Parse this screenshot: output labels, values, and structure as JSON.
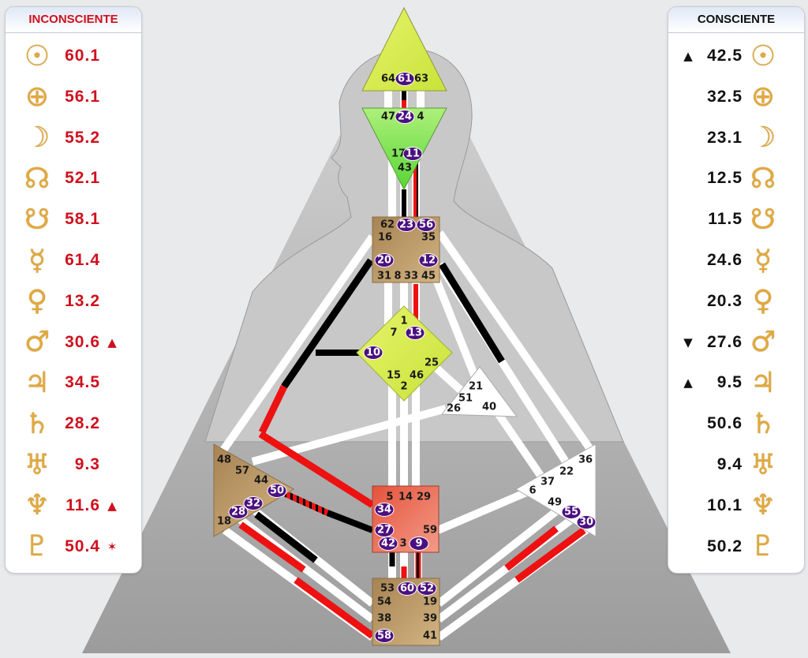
{
  "unconscious": {
    "title": "INCONSCIENTE",
    "color": "#d0101e",
    "rows": [
      {
        "planet": "sun",
        "icon": "☉",
        "value": "60.1",
        "marker": ""
      },
      {
        "planet": "earth",
        "icon": "⊕",
        "value": "56.1",
        "marker": ""
      },
      {
        "planet": "moon",
        "icon": "☽",
        "value": "55.2",
        "marker": ""
      },
      {
        "planet": "north-node",
        "icon": "☊",
        "value": "52.1",
        "marker": ""
      },
      {
        "planet": "south-node",
        "icon": "☋",
        "value": "58.1",
        "marker": ""
      },
      {
        "planet": "mercury",
        "icon": "☿",
        "value": "61.4",
        "marker": ""
      },
      {
        "planet": "venus",
        "icon": "♀",
        "value": "13.2",
        "marker": ""
      },
      {
        "planet": "mars",
        "icon": "♂",
        "value": "30.6",
        "marker": "▲"
      },
      {
        "planet": "jupiter",
        "icon": "♃",
        "value": "34.5",
        "marker": ""
      },
      {
        "planet": "saturn",
        "icon": "♄",
        "value": "28.2",
        "marker": ""
      },
      {
        "planet": "uranus",
        "icon": "♅",
        "value": "9.3",
        "marker": ""
      },
      {
        "planet": "neptune",
        "icon": "♆",
        "value": "11.6",
        "marker": "▲"
      },
      {
        "planet": "pluto",
        "icon": "♇",
        "value": "50.4",
        "marker": "✶"
      }
    ]
  },
  "conscious": {
    "title": "CONSCIENTE",
    "color": "#111111",
    "rows": [
      {
        "planet": "sun",
        "icon": "☉",
        "value": "42.5",
        "marker": "▲"
      },
      {
        "planet": "earth",
        "icon": "⊕",
        "value": "32.5",
        "marker": ""
      },
      {
        "planet": "moon",
        "icon": "☽",
        "value": "23.1",
        "marker": ""
      },
      {
        "planet": "north-node",
        "icon": "☊",
        "value": "12.5",
        "marker": ""
      },
      {
        "planet": "south-node",
        "icon": "☋",
        "value": "11.5",
        "marker": ""
      },
      {
        "planet": "mercury",
        "icon": "☿",
        "value": "24.6",
        "marker": ""
      },
      {
        "planet": "venus",
        "icon": "♀",
        "value": "20.3",
        "marker": ""
      },
      {
        "planet": "mars",
        "icon": "♂",
        "value": "27.6",
        "marker": "▼"
      },
      {
        "planet": "jupiter",
        "icon": "♃",
        "value": "9.5",
        "marker": "▲"
      },
      {
        "planet": "saturn",
        "icon": "♄",
        "value": "50.6",
        "marker": ""
      },
      {
        "planet": "uranus",
        "icon": "♅",
        "value": "9.4",
        "marker": ""
      },
      {
        "planet": "neptune",
        "icon": "♆",
        "value": "10.1",
        "marker": ""
      },
      {
        "planet": "pluto",
        "icon": "♇",
        "value": "50.2",
        "marker": ""
      }
    ]
  },
  "colors": {
    "active_gate": "#4b1080",
    "unconscious_line": "#ee1111",
    "conscious_line": "#000000",
    "gold": "#e2a93c"
  },
  "centers": {
    "head": {
      "gates": [
        "64",
        "61",
        "63"
      ],
      "active": [
        "61"
      ]
    },
    "ajna": {
      "gates": [
        "47",
        "24",
        "4",
        "17",
        "11",
        "43"
      ],
      "active": [
        "24",
        "11"
      ]
    },
    "throat": {
      "gates": [
        "62",
        "23",
        "56",
        "16",
        "35",
        "20",
        "12",
        "31",
        "8",
        "33",
        "45"
      ],
      "active": [
        "23",
        "56",
        "20",
        "12"
      ]
    },
    "g": {
      "gates": [
        "1",
        "7",
        "13",
        "10",
        "25",
        "15",
        "46",
        "2"
      ],
      "active": [
        "13",
        "10"
      ]
    },
    "heart": {
      "gates": [
        "21",
        "51",
        "26",
        "40"
      ],
      "active": []
    },
    "spleen": {
      "gates": [
        "48",
        "57",
        "44",
        "50",
        "32",
        "28",
        "18"
      ],
      "active": [
        "50",
        "32",
        "28"
      ]
    },
    "sacral": {
      "gates": [
        "5",
        "14",
        "29",
        "34",
        "27",
        "59",
        "42",
        "3",
        "9"
      ],
      "active": [
        "34",
        "27",
        "42",
        "9"
      ]
    },
    "solar_plexus": {
      "gates": [
        "36",
        "22",
        "37",
        "6",
        "49",
        "55",
        "30"
      ],
      "active": [
        "55",
        "30"
      ]
    },
    "root": {
      "gates": [
        "53",
        "60",
        "52",
        "54",
        "19",
        "38",
        "39",
        "58",
        "41"
      ],
      "active": [
        "60",
        "52",
        "58"
      ]
    }
  }
}
